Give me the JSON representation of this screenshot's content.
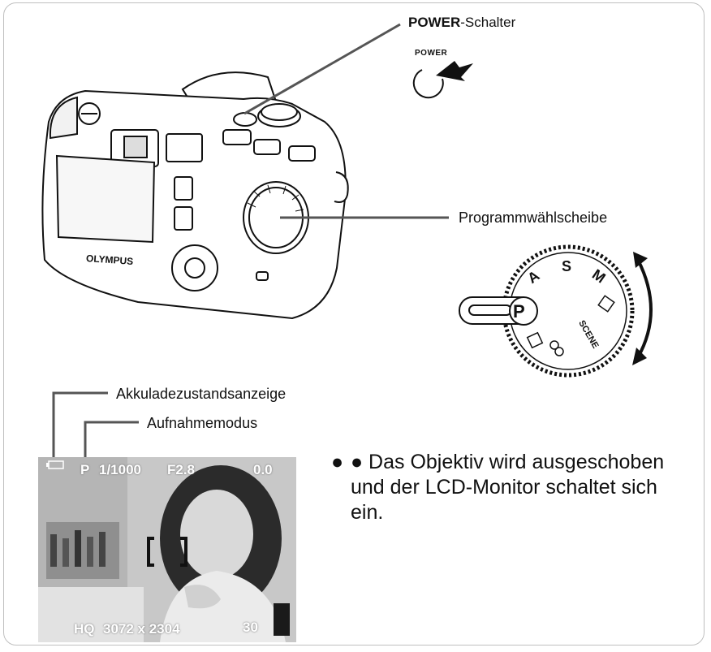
{
  "power_label": {
    "bold": "POWER",
    "rest": "-Schalter"
  },
  "power_icon_text": "POWER",
  "camera_brand": "OLYMPUS",
  "dial_label": "Programmwählscheibe",
  "dial_marks": {
    "p": "P",
    "a": "A",
    "s": "S",
    "m": "M",
    "scene": "SCENE"
  },
  "battery_label": "Akkuladezustandsanzeige",
  "mode_label": "Aufnahmemodus",
  "lcd": {
    "mode": "P",
    "shutter": "1/1000",
    "aperture": "F2.8",
    "exposure": "0.0",
    "quality": "HQ",
    "resolution": "3072 x 2304",
    "remaining": "30"
  },
  "bullet_text": "● Das Objektiv wird ausgeschoben und der LCD-Monitor schaltet sich ein."
}
